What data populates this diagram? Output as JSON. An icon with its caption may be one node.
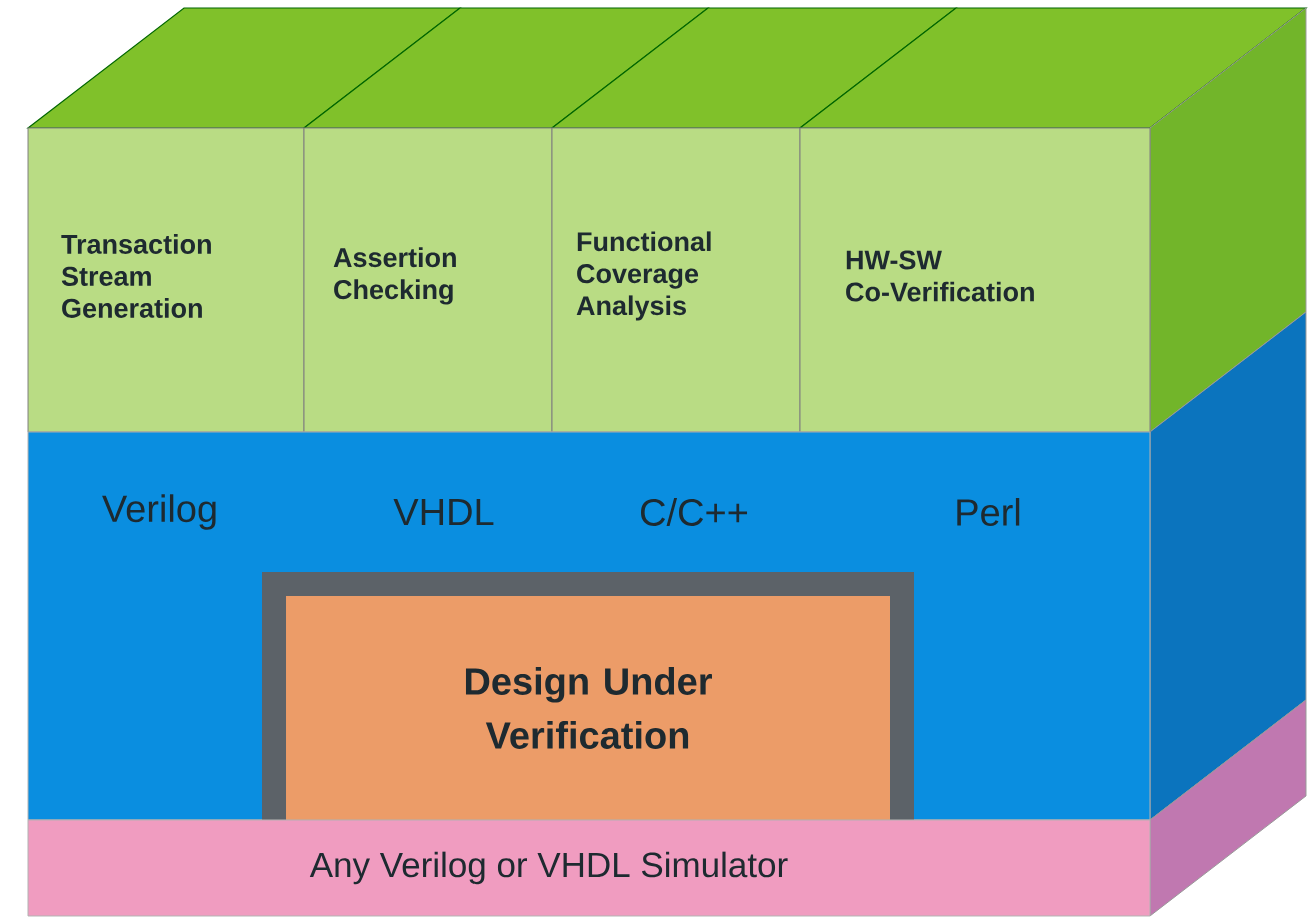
{
  "diagram": {
    "nodes": [
      {
        "text": [
          "Transaction Stream Generation"
        ]
      },
      {
        "text": [
          "Assertion Checking"
        ]
      },
      {
        "text": [
          "Functional Coverage Analysis"
        ]
      },
      {
        "text": [
          "HW-SW Co-Verification"
        ]
      },
      {
        "text": [
          "Verilog",
          "VHDL",
          "C/C++",
          "Perl"
        ]
      },
      {
        "text": [
          "Design Under Verification"
        ],
        "in": 4
      },
      {
        "text": [
          "Any Verilog or VHDL Simulator"
        ]
      }
    ]
  }
}
